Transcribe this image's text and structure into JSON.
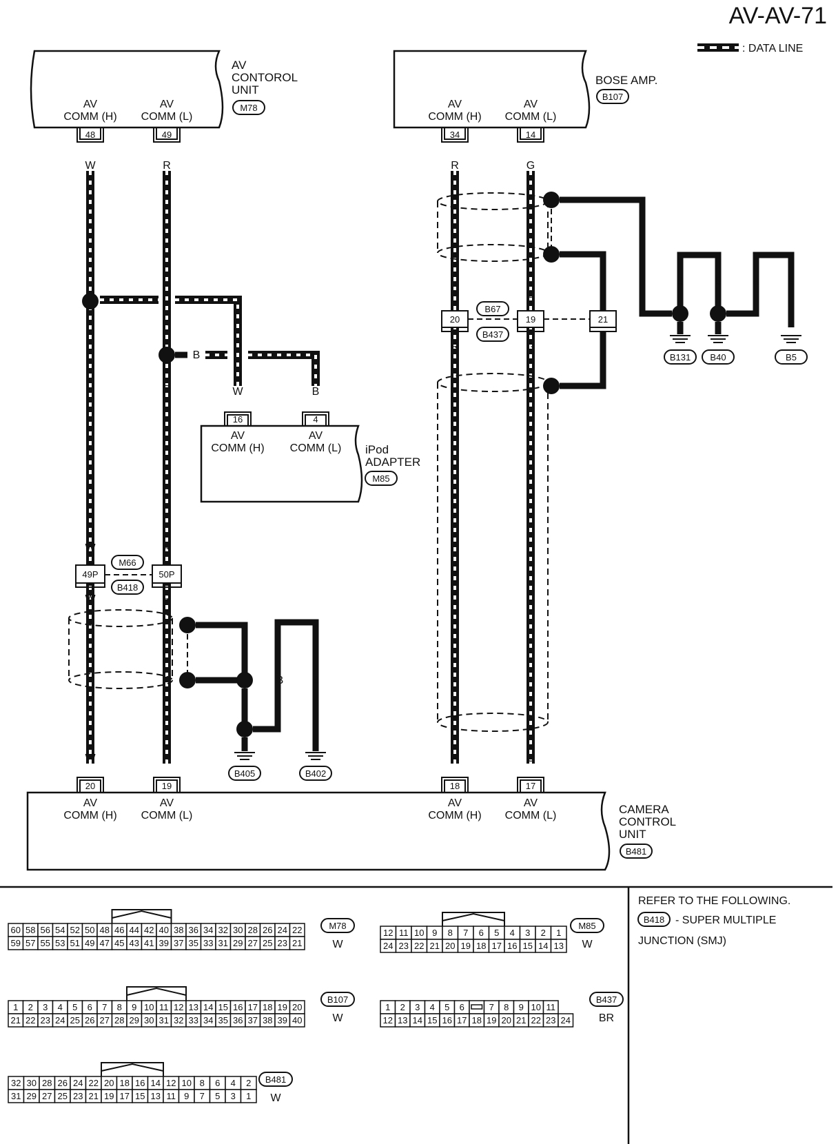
{
  "page_title": "AV-AV-71",
  "legend": {
    "label": ": DATA LINE"
  },
  "units": {
    "av_control": {
      "lines": [
        "AV",
        "CONTOROL",
        "UNIT"
      ],
      "connector": "M78"
    },
    "bose_amp": {
      "lines": [
        "BOSE AMP."
      ],
      "connector": "B107"
    },
    "ipod_adapter": {
      "lines": [
        "iPod",
        "ADAPTER"
      ],
      "connector": "M85"
    },
    "camera_control": {
      "lines": [
        "CAMERA",
        "CONTROL",
        "UNIT"
      ],
      "connector": "B481"
    }
  },
  "pins": {
    "av_h": {
      "line1": "AV",
      "line2": "COMM (H)",
      "num": "48"
    },
    "av_l": {
      "line1": "AV",
      "line2": "COMM (L)",
      "num": "49"
    },
    "bose_h": {
      "line1": "AV",
      "line2": "COMM (H)",
      "num": "34"
    },
    "bose_l": {
      "line1": "AV",
      "line2": "COMM (L)",
      "num": "14"
    },
    "ipod_h": {
      "line1": "AV",
      "line2": "COMM (H)",
      "num": "16"
    },
    "ipod_l": {
      "line1": "AV",
      "line2": "COMM (L)",
      "num": "4"
    },
    "cam_h1": {
      "line1": "AV",
      "line2": "COMM (H)",
      "num": "20"
    },
    "cam_l1": {
      "line1": "AV",
      "line2": "COMM (L)",
      "num": "19"
    },
    "cam_h2": {
      "line1": "AV",
      "line2": "COMM (H)",
      "num": "18"
    },
    "cam_l2": {
      "line1": "AV",
      "line2": "COMM (L)",
      "num": "17"
    }
  },
  "joints": {
    "left": {
      "pin_a": "49P",
      "pin_b": "50P",
      "conn_top": "M66",
      "conn_bottom": "B418"
    },
    "right": {
      "pin_a": "20",
      "pin_b": "19",
      "pin_c": "21",
      "conn_top": "B67",
      "conn_bottom": "B437"
    }
  },
  "wire_colors": {
    "W": "W",
    "R": "R",
    "B": "B",
    "G": "G"
  },
  "grounds": [
    "B131",
    "B40",
    "B5",
    "B405",
    "B402"
  ],
  "connector_views": [
    {
      "id": "M78",
      "color": "W",
      "row1": [
        "60",
        "58",
        "56",
        "54",
        "52",
        "50",
        "48",
        "46",
        "44",
        "42",
        "40",
        "38",
        "36",
        "34",
        "32",
        "30",
        "28",
        "26",
        "24",
        "22"
      ],
      "row2": [
        "59",
        "57",
        "55",
        "53",
        "51",
        "49",
        "47",
        "45",
        "43",
        "41",
        "39",
        "37",
        "35",
        "33",
        "31",
        "29",
        "27",
        "25",
        "23",
        "21"
      ]
    },
    {
      "id": "M85",
      "color": "W",
      "row1": [
        "12",
        "11",
        "10",
        "9",
        "8",
        "7",
        "6",
        "5",
        "4",
        "3",
        "2",
        "1"
      ],
      "row2": [
        "24",
        "23",
        "22",
        "21",
        "20",
        "19",
        "18",
        "17",
        "16",
        "15",
        "14",
        "13"
      ]
    },
    {
      "id": "B107",
      "color": "W",
      "row1": [
        "1",
        "2",
        "3",
        "4",
        "5",
        "6",
        "7",
        "8",
        "9",
        "10",
        "11",
        "12",
        "13",
        "14",
        "15",
        "16",
        "17",
        "18",
        "19",
        "20"
      ],
      "row2": [
        "21",
        "22",
        "23",
        "24",
        "25",
        "26",
        "27",
        "28",
        "29",
        "30",
        "31",
        "32",
        "33",
        "34",
        "35",
        "36",
        "37",
        "38",
        "39",
        "40"
      ]
    },
    {
      "id": "B437",
      "color": "BR",
      "row1": [
        "1",
        "2",
        "3",
        "4",
        "5",
        "6",
        "",
        "7",
        "8",
        "9",
        "10",
        "11"
      ],
      "row2": [
        "12",
        "13",
        "14",
        "15",
        "16",
        "17",
        "18",
        "19",
        "20",
        "21",
        "22",
        "23",
        "24"
      ]
    },
    {
      "id": "B481",
      "color": "W",
      "row1": [
        "32",
        "30",
        "28",
        "26",
        "24",
        "22",
        "20",
        "18",
        "16",
        "14",
        "12",
        "10",
        "8",
        "6",
        "4",
        "2"
      ],
      "row2": [
        "31",
        "29",
        "27",
        "25",
        "23",
        "21",
        "19",
        "17",
        "15",
        "13",
        "11",
        "9",
        "7",
        "5",
        "3",
        "1"
      ]
    }
  ],
  "note": {
    "line1": "REFER TO THE FOLLOWING.",
    "connector": "B418",
    "line2": "- SUPER MULTIPLE",
    "line3": "JUNCTION (SMJ)"
  }
}
